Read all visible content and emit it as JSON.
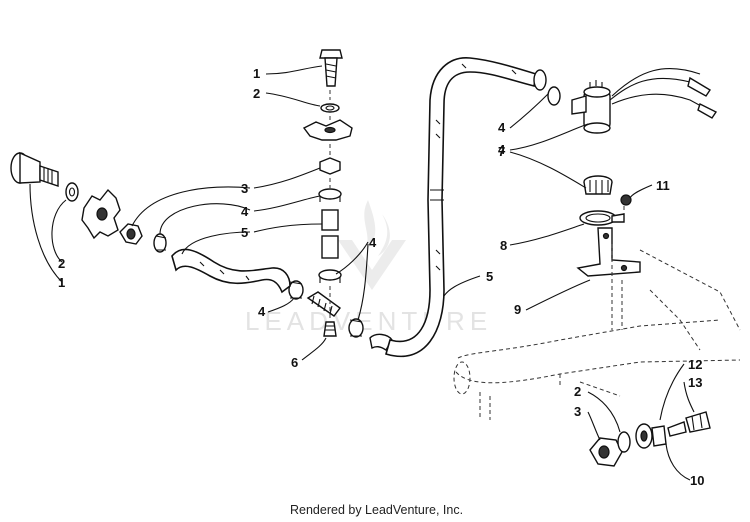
{
  "diagram": {
    "watermark": "LEADVENTURE",
    "footer": "Rendered by LeadVenture, Inc.",
    "callouts": [
      {
        "id": "c1a",
        "text": "1"
      },
      {
        "id": "c2a",
        "text": "2"
      },
      {
        "id": "c3a",
        "text": "3"
      },
      {
        "id": "c4a",
        "text": "4"
      },
      {
        "id": "c5a",
        "text": "5"
      },
      {
        "id": "c4b",
        "text": "4"
      },
      {
        "id": "c6",
        "text": "6"
      },
      {
        "id": "c4c",
        "text": "4"
      },
      {
        "id": "c2b",
        "text": "2"
      },
      {
        "id": "c1b",
        "text": "1"
      },
      {
        "id": "c4d",
        "text": "4"
      },
      {
        "id": "c5b",
        "text": "5"
      },
      {
        "id": "c4e",
        "text": "4"
      },
      {
        "id": "c7",
        "text": "7"
      },
      {
        "id": "c11",
        "text": "11"
      },
      {
        "id": "c8",
        "text": "8"
      },
      {
        "id": "c9",
        "text": "9"
      },
      {
        "id": "c12",
        "text": "12"
      },
      {
        "id": "c13",
        "text": "13"
      },
      {
        "id": "c2c",
        "text": "2"
      },
      {
        "id": "c3c",
        "text": "3"
      },
      {
        "id": "c10",
        "text": "10"
      }
    ]
  }
}
